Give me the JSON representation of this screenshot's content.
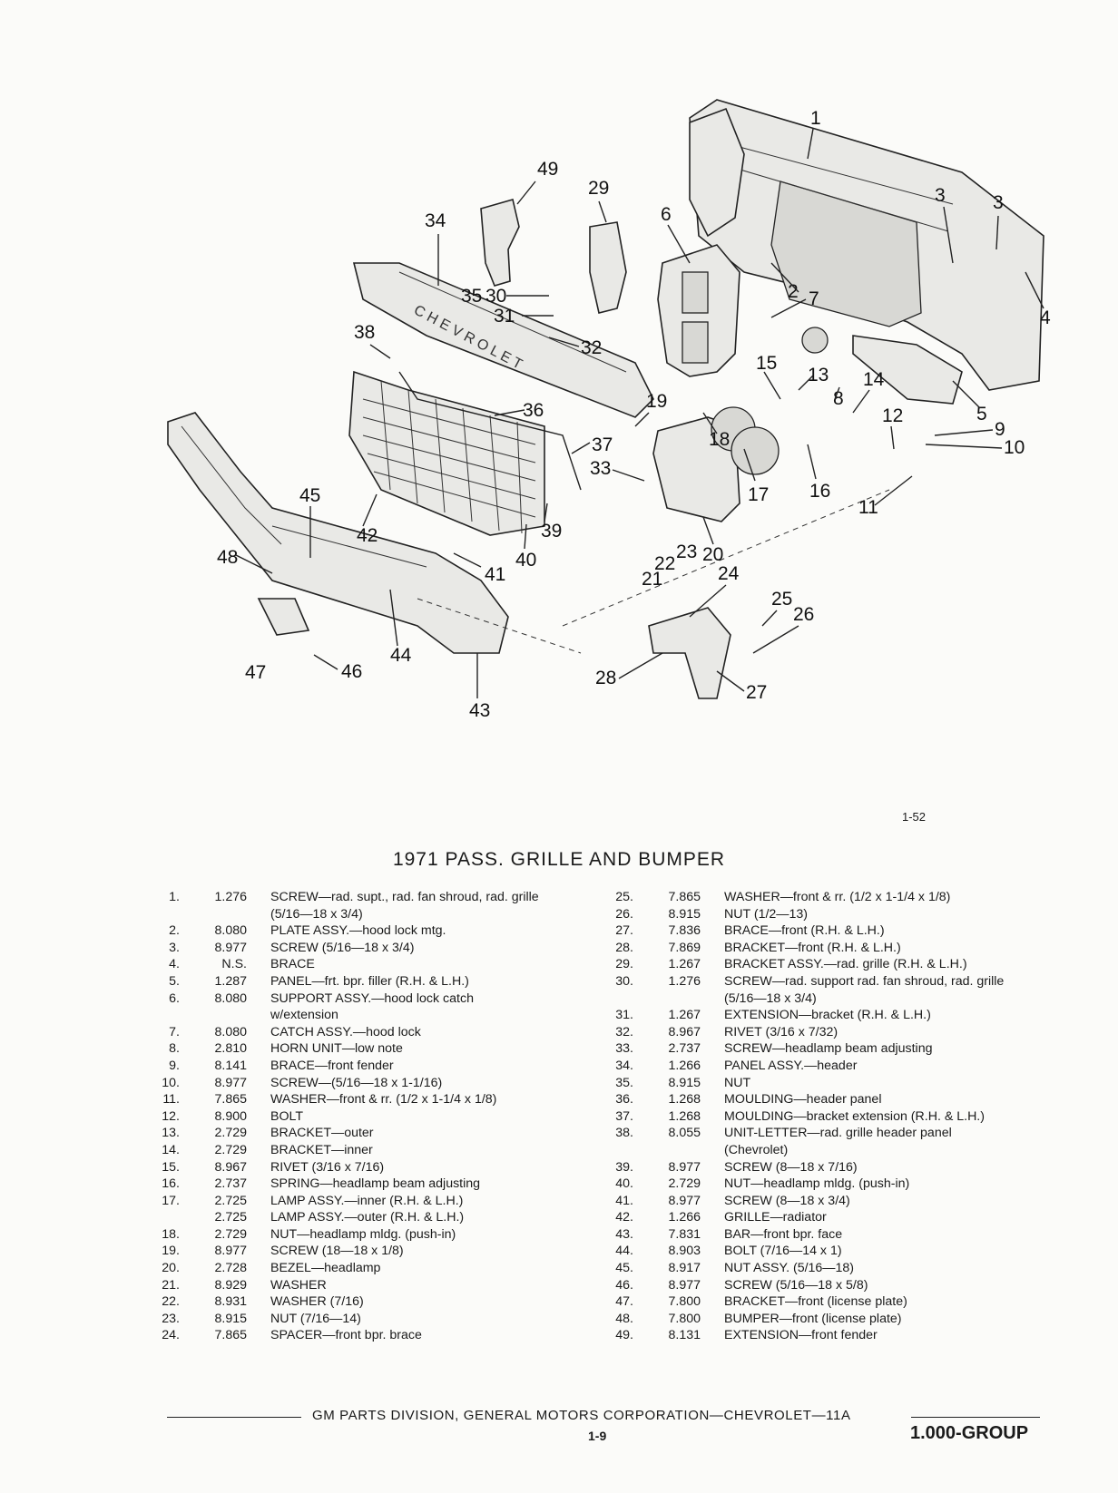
{
  "figure_ref": "1-52",
  "callouts": [
    "1",
    "2",
    "3",
    "3",
    "4",
    "5",
    "6",
    "7",
    "8",
    "9",
    "10",
    "11",
    "12",
    "13",
    "14",
    "15",
    "16",
    "17",
    "18",
    "19",
    "20",
    "21",
    "22",
    "23",
    "24",
    "25",
    "26",
    "27",
    "28",
    "29",
    "30",
    "31",
    "32",
    "33",
    "34",
    "35",
    "36",
    "37",
    "38",
    "39",
    "40",
    "41",
    "42",
    "43",
    "44",
    "45",
    "46",
    "47",
    "48",
    "49"
  ],
  "title": "1971 PASS. GRILLE AND BUMPER",
  "parts_left": [
    {
      "num": "1.",
      "group": "1.276",
      "desc": "SCREW—rad. supt., rad. fan shroud, rad. grille"
    },
    {
      "num": "",
      "group": "",
      "desc": "(5/16—18 x 3/4)"
    },
    {
      "num": "2.",
      "group": "8.080",
      "desc": "PLATE ASSY.—hood lock mtg."
    },
    {
      "num": "3.",
      "group": "8.977",
      "desc": "SCREW (5/16—18 x 3/4)"
    },
    {
      "num": "4.",
      "group": "N.S.",
      "desc": "BRACE"
    },
    {
      "num": "5.",
      "group": "1.287",
      "desc": "PANEL—frt. bpr. filler (R.H. & L.H.)"
    },
    {
      "num": "6.",
      "group": "8.080",
      "desc": "SUPPORT ASSY.—hood lock catch"
    },
    {
      "num": "",
      "group": "",
      "desc": "w/extension"
    },
    {
      "num": "7.",
      "group": "8.080",
      "desc": "CATCH ASSY.—hood lock"
    },
    {
      "num": "8.",
      "group": "2.810",
      "desc": "HORN UNIT—low note"
    },
    {
      "num": "9.",
      "group": "8.141",
      "desc": "BRACE—front fender"
    },
    {
      "num": "10.",
      "group": "8.977",
      "desc": "SCREW—(5/16—18 x 1-1/16)"
    },
    {
      "num": "11.",
      "group": "7.865",
      "desc": "WASHER—front & rr. (1/2 x 1-1/4 x 1/8)"
    },
    {
      "num": "12.",
      "group": "8.900",
      "desc": "BOLT"
    },
    {
      "num": "13.",
      "group": "2.729",
      "desc": "BRACKET—outer"
    },
    {
      "num": "14.",
      "group": "2.729",
      "desc": "BRACKET—inner"
    },
    {
      "num": "15.",
      "group": "8.967",
      "desc": "RIVET (3/16 x 7/16)"
    },
    {
      "num": "16.",
      "group": "2.737",
      "desc": "SPRING—headlamp beam adjusting"
    },
    {
      "num": "17.",
      "group": "2.725",
      "desc": "LAMP ASSY.—inner (R.H. & L.H.)"
    },
    {
      "num": "",
      "group": "2.725",
      "desc": "LAMP ASSY.—outer (R.H. & L.H.)"
    },
    {
      "num": "18.",
      "group": "2.729",
      "desc": "NUT—headlamp mldg. (push-in)"
    },
    {
      "num": "19.",
      "group": "8.977",
      "desc": "SCREW (18—18 x 1/8)"
    },
    {
      "num": "20.",
      "group": "2.728",
      "desc": "BEZEL—headlamp"
    },
    {
      "num": "21.",
      "group": "8.929",
      "desc": "WASHER"
    },
    {
      "num": "22.",
      "group": "8.931",
      "desc": "WASHER (7/16)"
    },
    {
      "num": "23.",
      "group": "8.915",
      "desc": "NUT (7/16—14)"
    },
    {
      "num": "24.",
      "group": "7.865",
      "desc": "SPACER—front bpr. brace"
    }
  ],
  "parts_right": [
    {
      "num": "25.",
      "group": "7.865",
      "desc": "WASHER—front & rr. (1/2 x 1-1/4 x 1/8)"
    },
    {
      "num": "26.",
      "group": "8.915",
      "desc": "NUT (1/2—13)"
    },
    {
      "num": "27.",
      "group": "7.836",
      "desc": "BRACE—front (R.H. & L.H.)"
    },
    {
      "num": "28.",
      "group": "7.869",
      "desc": "BRACKET—front (R.H. & L.H.)"
    },
    {
      "num": "29.",
      "group": "1.267",
      "desc": "BRACKET ASSY.—rad. grille (R.H. & L.H.)"
    },
    {
      "num": "30.",
      "group": "1.276",
      "desc": "SCREW—rad. support rad. fan shroud, rad. grille"
    },
    {
      "num": "",
      "group": "",
      "desc": "(5/16—18 x 3/4)"
    },
    {
      "num": "31.",
      "group": "1.267",
      "desc": "EXTENSION—bracket (R.H. & L.H.)"
    },
    {
      "num": "32.",
      "group": "8.967",
      "desc": "RIVET (3/16 x 7/32)"
    },
    {
      "num": "33.",
      "group": "2.737",
      "desc": "SCREW—headlamp beam adjusting"
    },
    {
      "num": "34.",
      "group": "1.266",
      "desc": "PANEL ASSY.—header"
    },
    {
      "num": "35.",
      "group": "8.915",
      "desc": "NUT"
    },
    {
      "num": "36.",
      "group": "1.268",
      "desc": "MOULDING—header panel"
    },
    {
      "num": "37.",
      "group": "1.268",
      "desc": "MOULDING—bracket extension (R.H. & L.H.)"
    },
    {
      "num": "38.",
      "group": "8.055",
      "desc": "UNIT-LETTER—rad. grille header panel"
    },
    {
      "num": "",
      "group": "",
      "desc": "(Chevrolet)"
    },
    {
      "num": "39.",
      "group": "8.977",
      "desc": "SCREW (8—18 x 7/16)"
    },
    {
      "num": "40.",
      "group": "2.729",
      "desc": "NUT—headlamp mldg. (push-in)"
    },
    {
      "num": "41.",
      "group": "8.977",
      "desc": "SCREW (8—18 x 3/4)"
    },
    {
      "num": "42.",
      "group": "1.266",
      "desc": "GRILLE—radiator"
    },
    {
      "num": "43.",
      "group": "7.831",
      "desc": "BAR—front bpr. face"
    },
    {
      "num": "44.",
      "group": "8.903",
      "desc": "BOLT (7/16—14 x 1)"
    },
    {
      "num": "45.",
      "group": "8.917",
      "desc": "NUT ASSY. (5/16—18)"
    },
    {
      "num": "46.",
      "group": "8.977",
      "desc": "SCREW (5/16—18 x 5/8)"
    },
    {
      "num": "47.",
      "group": "7.800",
      "desc": "BRACKET—front (license plate)"
    },
    {
      "num": "48.",
      "group": "7.800",
      "desc": "BUMPER—front (license plate)"
    },
    {
      "num": "49.",
      "group": "8.131",
      "desc": "EXTENSION—front fender"
    }
  ],
  "footer": {
    "text": "GM PARTS DIVISION, GENERAL MOTORS CORPORATION—CHEVROLET—11A",
    "page": "1-9",
    "group_label": "1.000-GROUP"
  }
}
